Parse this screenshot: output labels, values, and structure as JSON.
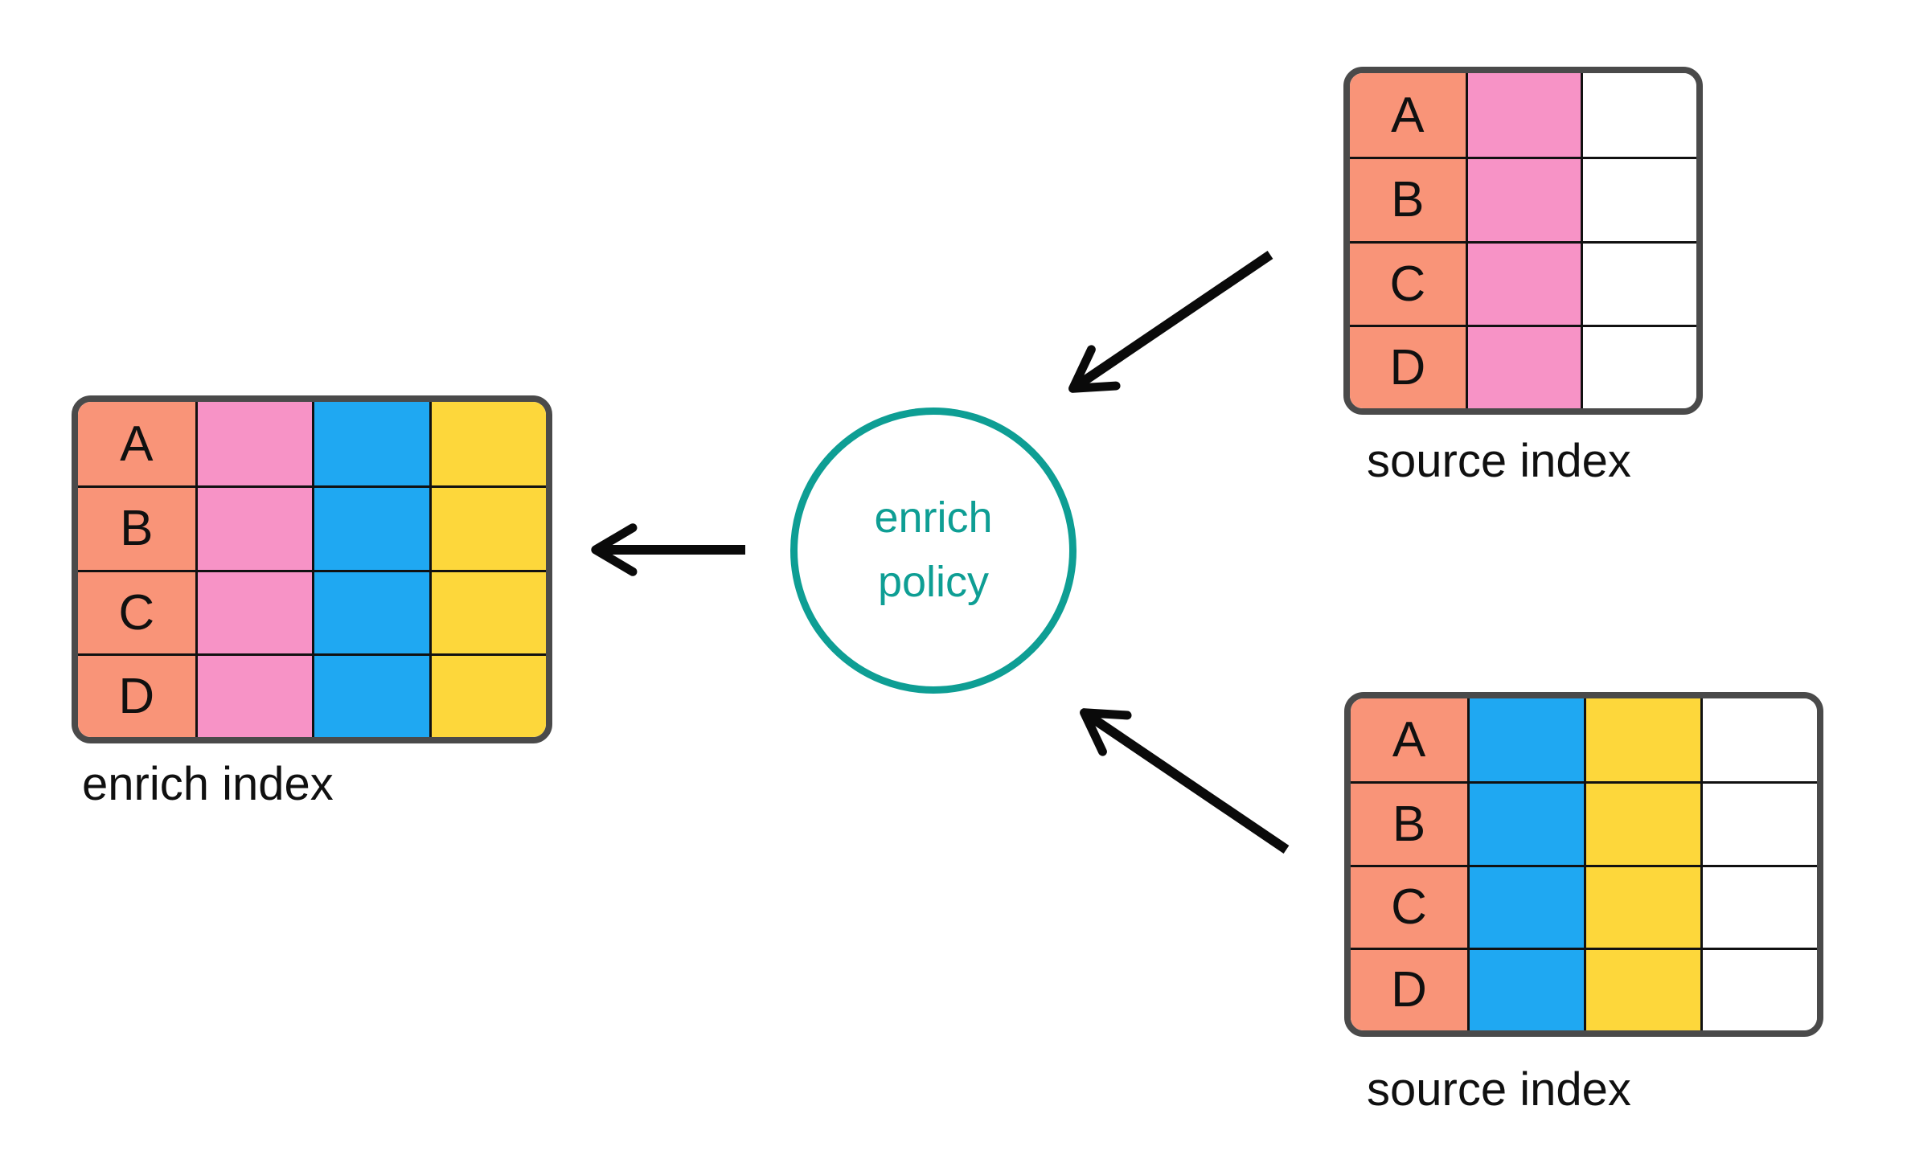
{
  "policy": {
    "label": "enrich policy"
  },
  "tables": [
    {
      "id": "enrich-index",
      "label": "enrich index",
      "rows": [
        "A",
        "B",
        "C",
        "D"
      ],
      "columns": [
        "salmon",
        "pink",
        "blue",
        "yellow"
      ]
    },
    {
      "id": "source-index-top",
      "label": "source index",
      "rows": [
        "A",
        "B",
        "C",
        "D"
      ],
      "columns": [
        "salmon",
        "pink",
        "white"
      ]
    },
    {
      "id": "source-index-bottom",
      "label": "source index",
      "rows": [
        "A",
        "B",
        "C",
        "D"
      ],
      "columns": [
        "salmon",
        "blue",
        "yellow",
        "white"
      ]
    }
  ],
  "colors": {
    "salmon": "#f99478",
    "pink": "#f793c6",
    "blue": "#1fa8f2",
    "yellow": "#fdd73b",
    "white": "#ffffff",
    "teal": "#0e9e94",
    "table_border": "#4a4a4a",
    "grid_line": "#111111",
    "arrow": "#0a0a0a"
  }
}
